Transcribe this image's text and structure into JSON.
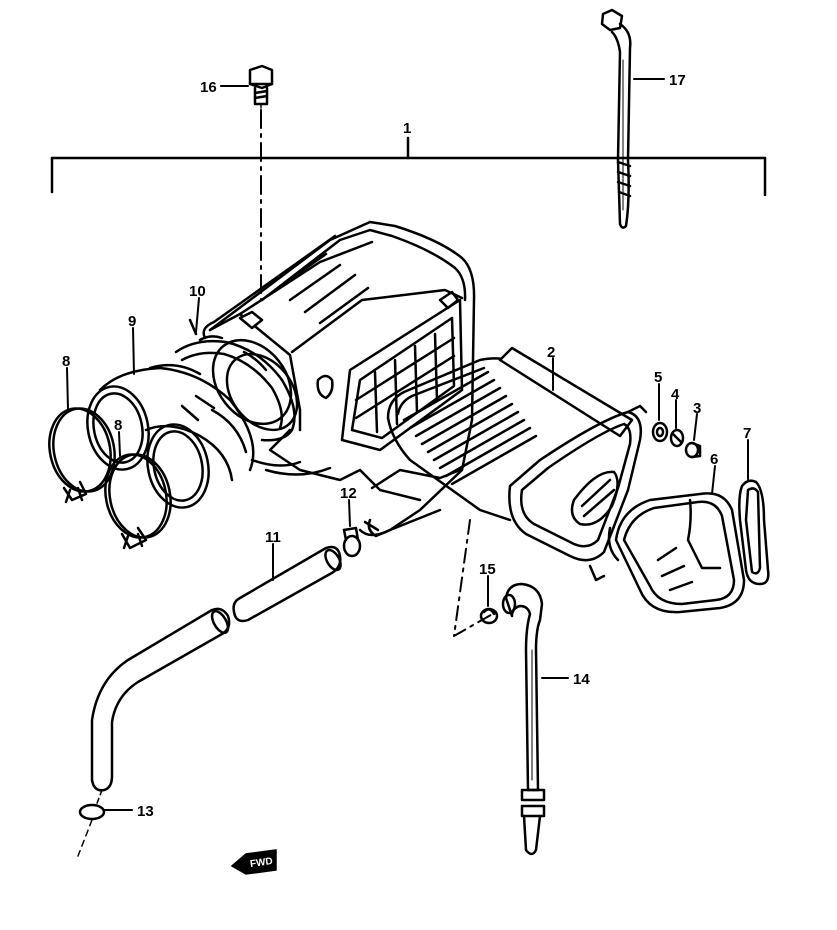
{
  "callouts": {
    "p1": "1",
    "p2": "2",
    "p3": "3",
    "p4": "4",
    "p5": "5",
    "p6": "6",
    "p7": "7",
    "p8a": "8",
    "p8b": "8",
    "p9": "9",
    "p10": "10",
    "p11": "11",
    "p12": "12",
    "p13": "13",
    "p14": "14",
    "p15": "15",
    "p16": "16",
    "p17": "17"
  },
  "fwd_label": "FWD",
  "ink_color": "#000000",
  "paper_color": "#ffffff"
}
